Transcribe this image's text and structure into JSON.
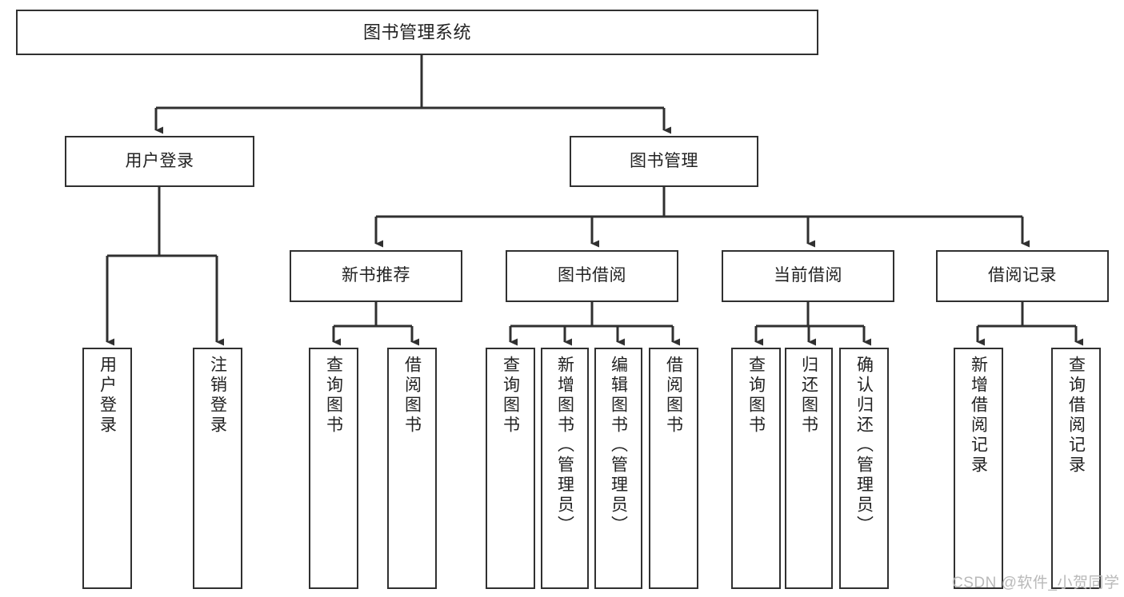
{
  "diagram": {
    "title": "图书管理系统",
    "type": "hierarchy-tree",
    "watermark": "CSDN @软件_小贺同学",
    "colors": {
      "stroke": "#303030",
      "fill": "#ffffff",
      "text": "#222222",
      "watermark": "#b9b9b9"
    },
    "levels": {
      "level1": [
        {
          "id": "root",
          "label": "图书管理系统",
          "orientation": "horizontal"
        }
      ],
      "level2": [
        {
          "id": "user-login",
          "label": "用户登录",
          "orientation": "horizontal"
        },
        {
          "id": "book-manage",
          "label": "图书管理",
          "orientation": "horizontal"
        }
      ],
      "level3": [
        {
          "id": "new-book-rec",
          "label": "新书推荐",
          "orientation": "horizontal",
          "parent": "book-manage"
        },
        {
          "id": "book-borrow",
          "label": "图书借阅",
          "orientation": "horizontal",
          "parent": "book-manage"
        },
        {
          "id": "current-borrow",
          "label": "当前借阅",
          "orientation": "horizontal",
          "parent": "book-manage"
        },
        {
          "id": "borrow-record",
          "label": "借阅记录",
          "orientation": "horizontal",
          "parent": "book-manage"
        }
      ],
      "level4": [
        {
          "id": "leaf-user-login",
          "label": "用户登录",
          "orientation": "vertical",
          "parent": "user-login"
        },
        {
          "id": "leaf-logout",
          "label": "注销登录",
          "orientation": "vertical",
          "parent": "user-login"
        },
        {
          "id": "leaf-query-book-1",
          "label": "查询图书",
          "orientation": "vertical",
          "parent": "new-book-rec"
        },
        {
          "id": "leaf-borrow-book-1",
          "label": "借阅图书",
          "orientation": "vertical",
          "parent": "new-book-rec"
        },
        {
          "id": "leaf-query-book-2",
          "label": "查询图书",
          "orientation": "vertical",
          "parent": "book-borrow"
        },
        {
          "id": "leaf-add-book",
          "label": "新增图书（管理员）",
          "orientation": "vertical",
          "parent": "book-borrow"
        },
        {
          "id": "leaf-edit-book",
          "label": "编辑图书（管理员）",
          "orientation": "vertical",
          "parent": "book-borrow"
        },
        {
          "id": "leaf-borrow-book-2",
          "label": "借阅图书",
          "orientation": "vertical",
          "parent": "book-borrow"
        },
        {
          "id": "leaf-query-book-3",
          "label": "查询图书",
          "orientation": "vertical",
          "parent": "current-borrow"
        },
        {
          "id": "leaf-return-book",
          "label": "归还图书",
          "orientation": "vertical",
          "parent": "current-borrow"
        },
        {
          "id": "leaf-confirm-return",
          "label": "确认归还（管理员）",
          "orientation": "vertical",
          "parent": "current-borrow"
        },
        {
          "id": "leaf-add-record",
          "label": "新增借阅记录",
          "orientation": "vertical",
          "parent": "borrow-record"
        },
        {
          "id": "leaf-query-record",
          "label": "查询借阅记录",
          "orientation": "vertical",
          "parent": "borrow-record"
        }
      ]
    }
  }
}
